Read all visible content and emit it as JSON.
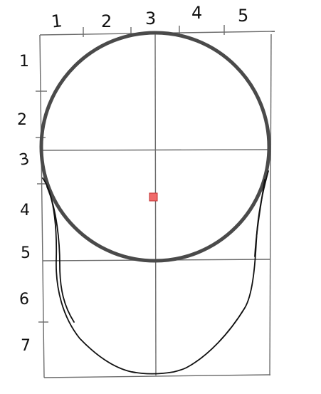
{
  "colors": {
    "grid": "#6b6b6b",
    "circle": "#4a4a4a",
    "jaw": "#111111",
    "center_marker": "#f06a6a",
    "center_marker_border": "#c03030"
  },
  "top_labels": [
    "1",
    "2",
    "3",
    "4",
    "5"
  ],
  "left_labels": [
    "1",
    "2",
    "3",
    "4",
    "5",
    "6",
    "7"
  ]
}
